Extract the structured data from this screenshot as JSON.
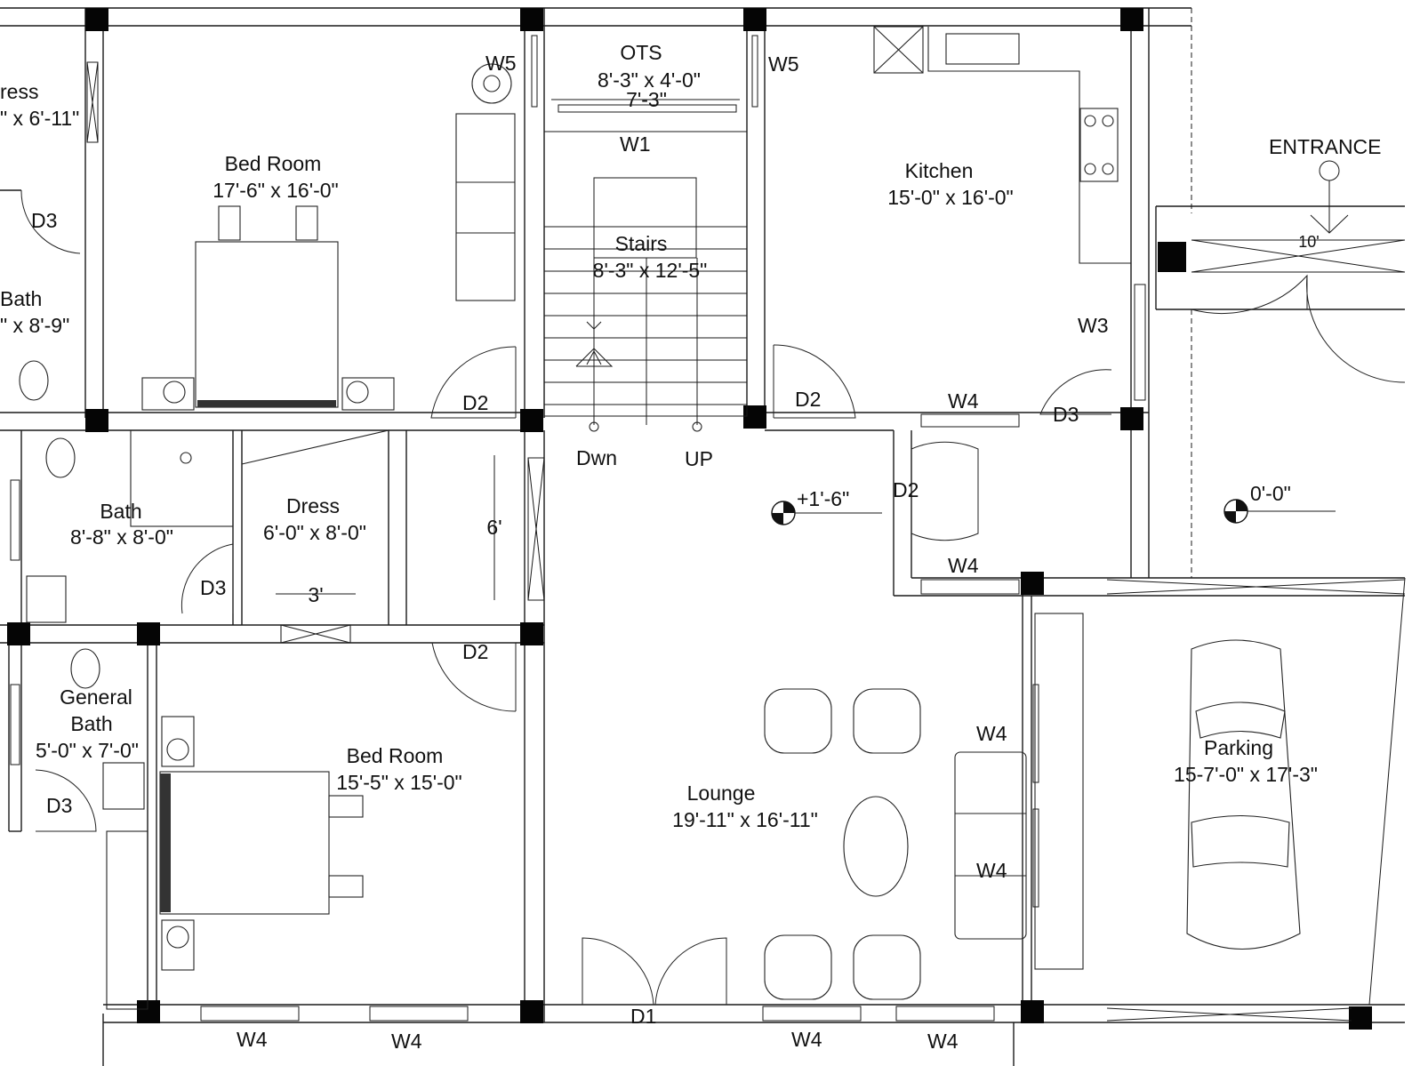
{
  "labels": {
    "dress_top_name": "ress",
    "dress_top_dim": "\" x 6'-11\"",
    "bed1_name": "Bed Room",
    "bed1_dim": "17'-6\" x 16'-0\"",
    "bath_left_name": "Bath",
    "bath_left_dim": "\" x 8'-9\"",
    "ots_name": "OTS",
    "ots_dim": "8'-3\" x 4'-0\"",
    "ots_width": "7'-3\"",
    "stairs_name": "Stairs",
    "stairs_dim": "8'-3\" x 12'-5\"",
    "stairs_down": "Dwn",
    "stairs_up": "UP",
    "kitchen_name": "Kitchen",
    "kitchen_dim": "15'-0\" x 16'-0\"",
    "entrance": "ENTRANCE",
    "entrance_width": "10'",
    "bath2_name": "Bath",
    "bath2_dim": "8'-8\" x 8'-0\"",
    "dress2_name": "Dress",
    "dress2_dim": "6'-0\" x 8'-0\"",
    "dress2_width": "3'",
    "passage_width": "6'",
    "level_lounge": "+1'-6\"",
    "level_outside": "0'-0\"",
    "general_bath_line1": "General",
    "general_bath_line2": "Bath",
    "general_bath_dim": "5'-0\" x 7'-0\"",
    "bed2_name": "Bed Room",
    "bed2_dim": "15'-5\" x 15'-0\"",
    "lounge_name": "Lounge",
    "lounge_dim": "19'-11\" x 16'-11\"",
    "parking_name": "Parking",
    "parking_dim": "15-7'-0\" x 17'-3\""
  },
  "doors": {
    "d3_top_left": "D3",
    "d2_upper": "D2",
    "d2_stairs": "D2",
    "d3_kitchen": "D3",
    "d2_lounge": "D2",
    "d3_bath": "D3",
    "d2_lower": "D2",
    "d3_general": "D3",
    "d1_main": "D1"
  },
  "windows": {
    "w5_left": "W5",
    "w5_right": "W5",
    "w1": "W1",
    "w3": "W3",
    "w4_kitchen": "W4",
    "w4_lounge_top": "W4",
    "w4_lounge_right1": "W4",
    "w4_lounge_right2": "W4",
    "w4_bottom1": "W4",
    "w4_bottom2": "W4",
    "w4_bottom3": "W4",
    "w4_bottom4": "W4"
  },
  "colors": {
    "ink": "#111111",
    "column": "#050505",
    "background": "#ffffff"
  }
}
